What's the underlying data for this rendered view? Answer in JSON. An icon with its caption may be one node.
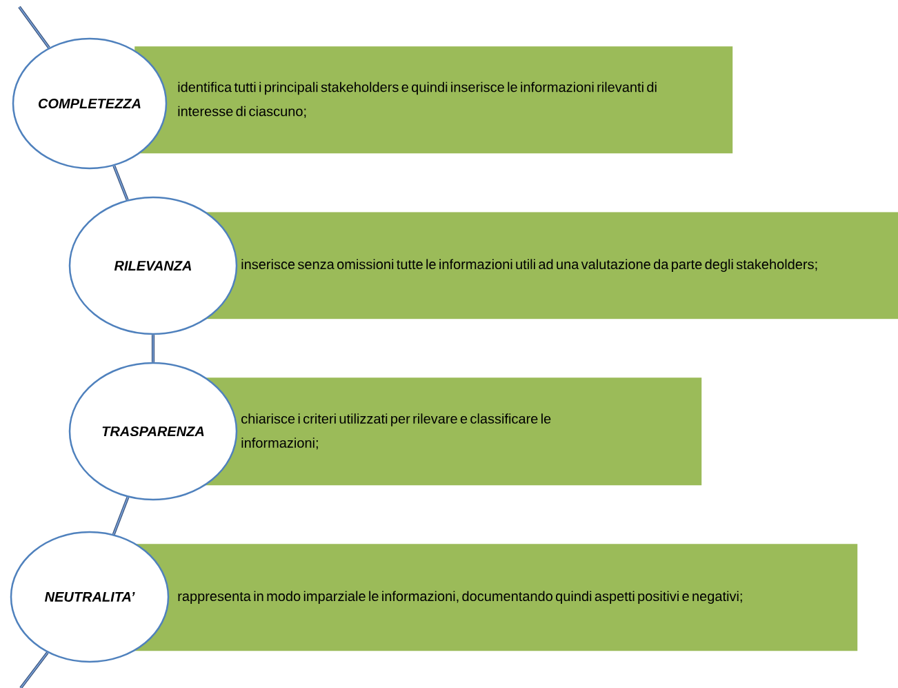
{
  "diagram": {
    "nodes": [
      {
        "text": [
          "COMPLETEZZA"
        ]
      },
      {
        "text": [
          "identifica tutti i principali stakeholders e quindi inserisce le informazioni rilevanti di interesse di ciascuno;"
        ]
      },
      {
        "text": [
          "RILEVANZA"
        ]
      },
      {
        "text": [
          "inserisce senza omissioni tutte le informazioni utili ad una valutazione da parte degli stakeholders;"
        ]
      },
      {
        "text": [
          "TRASPARENZA"
        ]
      },
      {
        "text": [
          "chiarisce i criteri utilizzati per rilevare e classificare le informazioni;"
        ]
      },
      {
        "text": [
          "NEUTRALITA’"
        ]
      },
      {
        "text": [
          "rappresenta in modo imparziale le informazioni, documentando quindi aspetti positivi e negativi;"
        ]
      }
    ],
    "edges": [
      {
        "from": null,
        "to": 0,
        "arrow": "none"
      },
      {
        "from": 0,
        "to": 2,
        "arrow": "none"
      },
      {
        "from": 2,
        "to": 4,
        "arrow": "none"
      },
      {
        "from": 4,
        "to": 6,
        "arrow": "none"
      },
      {
        "from": 6,
        "to": null,
        "arrow": "none"
      }
    ]
  }
}
